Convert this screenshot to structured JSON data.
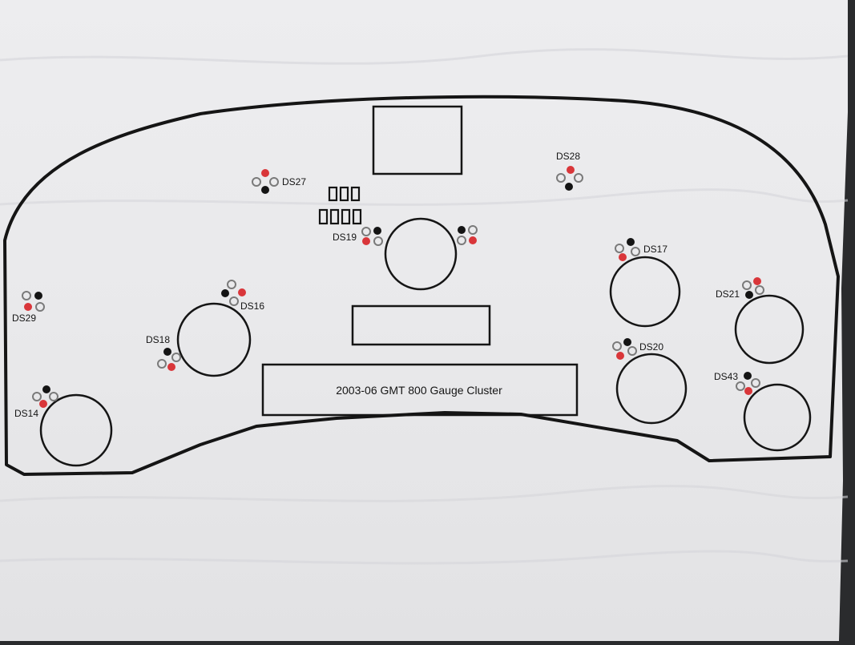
{
  "title": "2003-06 GMT 800 Gauge Cluster",
  "colors": {
    "paper": "#ededef",
    "ink": "#151515",
    "led_red": "#d9363a",
    "led_black": "#141414",
    "led_ring": "#7a7a7a",
    "background": "#2a2b2d"
  },
  "labels": {
    "ds14": "DS14",
    "ds16": "DS16",
    "ds17": "DS17",
    "ds18": "DS18",
    "ds19": "DS19",
    "ds20": "DS20",
    "ds21": "DS21",
    "ds27": "DS27",
    "ds28": "DS28",
    "ds29": "DS29",
    "ds43": "DS43"
  }
}
